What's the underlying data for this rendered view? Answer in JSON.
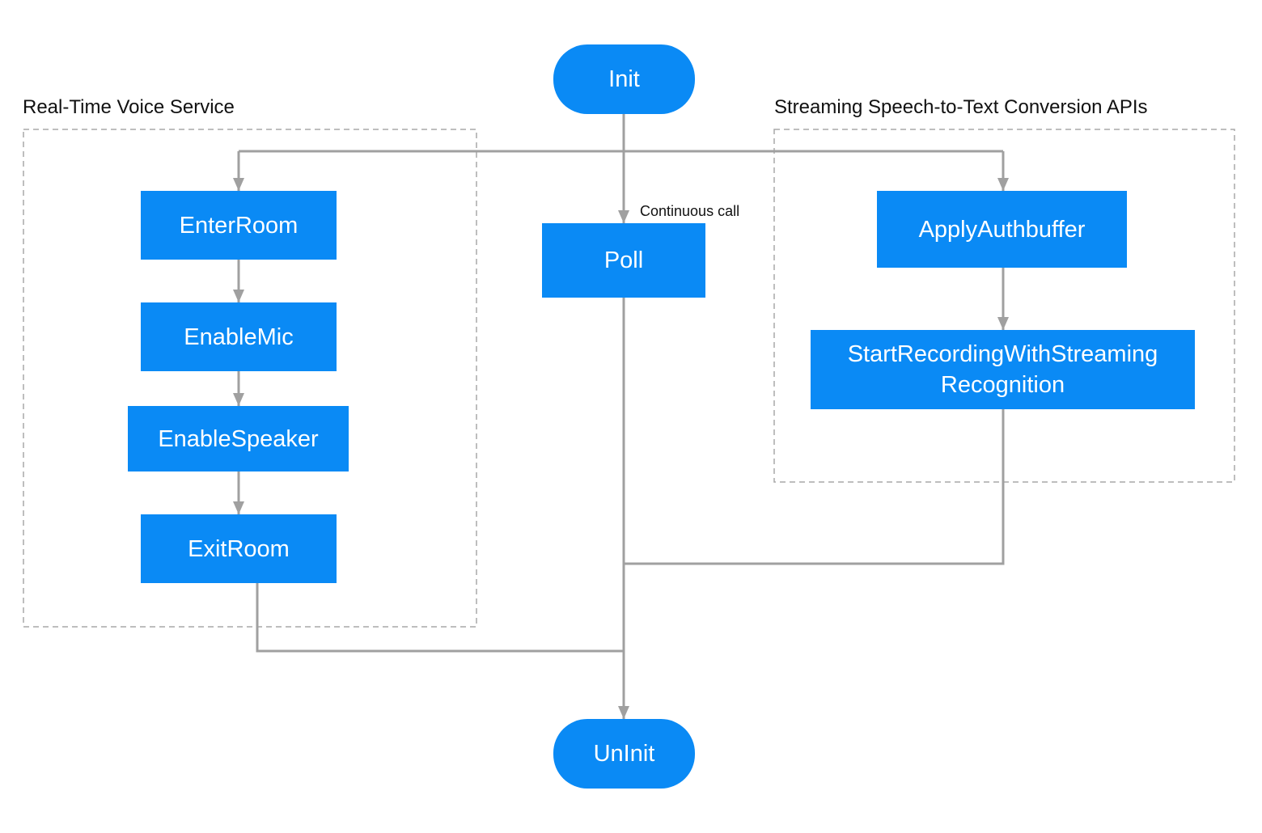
{
  "groups": {
    "voice": {
      "label": "Real-Time Voice Service"
    },
    "stt": {
      "label": "Streaming Speech-to-Text Conversion APIs"
    }
  },
  "nodes": {
    "init": "Init",
    "enter_room": "EnterRoom",
    "enable_mic": "EnableMic",
    "enable_speaker": "EnableSpeaker",
    "exit_room": "ExitRoom",
    "poll": "Poll",
    "apply_authbuffer": "ApplyAuthbuffer",
    "start_recording": [
      "StartRecordingWithStreaming",
      "Recognition"
    ],
    "uninit": "UnInit"
  },
  "edge_labels": {
    "poll_loop": "Continuous call"
  },
  "colors": {
    "node_fill": "#0a8af5",
    "node_text": "#ffffff",
    "edge": "#a0a0a0",
    "group_border": "#a8a8a8"
  }
}
